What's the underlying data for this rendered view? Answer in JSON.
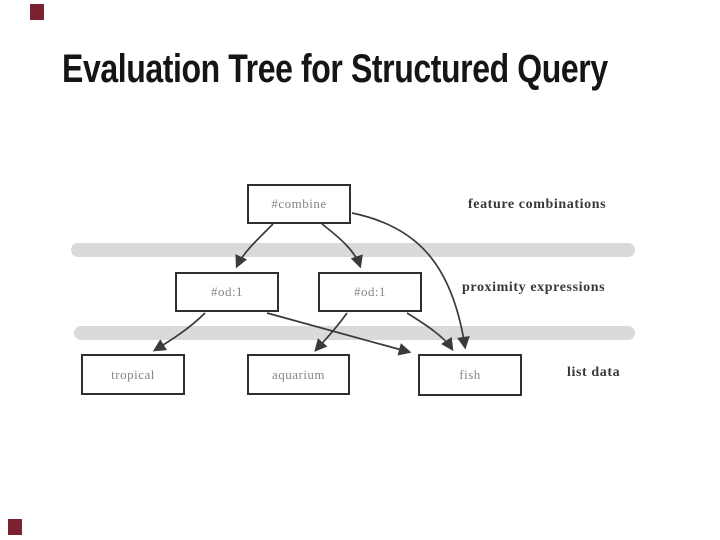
{
  "slide": {
    "title": "Evaluation Tree for Structured Query",
    "background_color": "#ffffff",
    "accent_color": "#7b2130"
  },
  "diagram": {
    "type": "tree",
    "description": "Query evaluation tree",
    "nodes": [
      {
        "id": "combine",
        "label": "#combine",
        "level": "feature combinations"
      },
      {
        "id": "od1_left",
        "label": "#od:1",
        "level": "proximity expressions"
      },
      {
        "id": "od1_right",
        "label": "#od:1",
        "level": "proximity expressions"
      },
      {
        "id": "tropical",
        "label": "tropical",
        "level": "list data"
      },
      {
        "id": "aquarium",
        "label": "aquarium",
        "level": "list data"
      },
      {
        "id": "fish",
        "label": "fish",
        "level": "list data"
      }
    ],
    "edges": [
      {
        "from": "combine",
        "to": "od1_left"
      },
      {
        "from": "combine",
        "to": "od1_right"
      },
      {
        "from": "combine",
        "to": "fish"
      },
      {
        "from": "od1_left",
        "to": "tropical"
      },
      {
        "from": "od1_left",
        "to": "fish"
      },
      {
        "from": "od1_right",
        "to": "aquarium"
      },
      {
        "from": "od1_right",
        "to": "fish"
      }
    ],
    "layer_labels": [
      "feature combinations",
      "proximity expressions",
      "list data"
    ],
    "separator_bar_color": "#dadada",
    "node_border_color": "#2f2f2f",
    "node_text_color": "#858585",
    "edge_color": "#3a3a3a"
  }
}
